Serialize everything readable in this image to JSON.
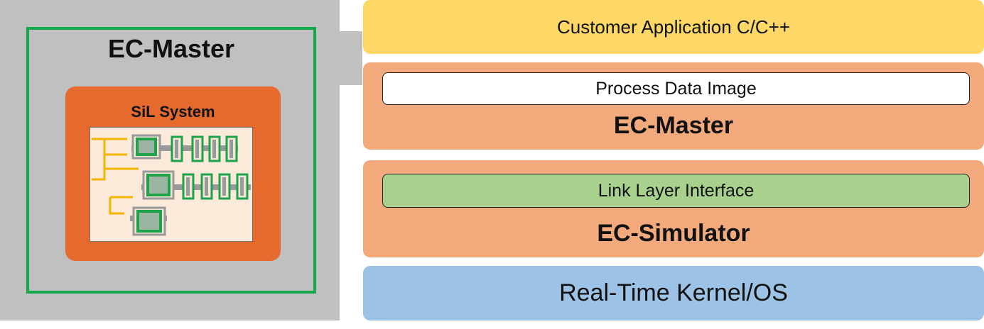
{
  "left": {
    "title": "EC-Master",
    "sil_title": "SiL System"
  },
  "stack": {
    "application": "Customer Application C/C++",
    "process_data_image": "Process Data Image",
    "master": "EC-Master",
    "link_layer_interface": "Link Layer Interface",
    "simulator": "EC-Simulator",
    "kernel": "Real-Time Kernel/OS"
  },
  "colors": {
    "panel_gray": "#c0c0c0",
    "frame_green": "#11a94c",
    "sil_orange": "#e46a2e",
    "application_yellow": "#fdd867",
    "layer_salmon": "#f2aa7d",
    "link_layer_green": "#a9d18e",
    "kernel_blue": "#9cc3e5",
    "wire_yellow": "#f5b400",
    "device_green": "#1fa34a"
  }
}
